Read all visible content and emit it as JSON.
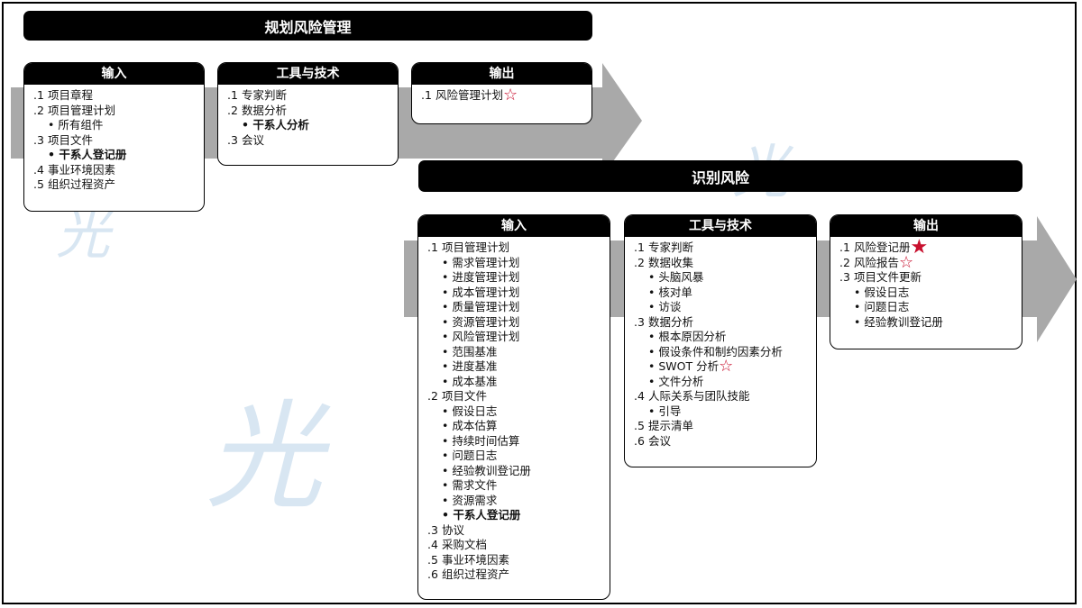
{
  "colors": {
    "bar": "#000000",
    "arrow": "#a9a9a9",
    "star": "#c8102e"
  },
  "plan_risk_management": {
    "title": "规划风险管理",
    "inputs": {
      "header": "输入",
      "items": [
        {
          "num": ".1",
          "text": "项目章程"
        },
        {
          "num": ".2",
          "text": "项目管理计划"
        },
        {
          "sub": "所有组件"
        },
        {
          "num": ".3",
          "text": "项目文件"
        },
        {
          "sub": "干系人登记册",
          "bold": true
        },
        {
          "num": ".4",
          "text": "事业环境因素"
        },
        {
          "num": ".5",
          "text": "组织过程资产"
        }
      ]
    },
    "tools": {
      "header": "工具与技术",
      "items": [
        {
          "num": ".1",
          "text": "专家判断"
        },
        {
          "num": ".2",
          "text": "数据分析"
        },
        {
          "sub": "干系人分析",
          "bold": true
        },
        {
          "num": ".3",
          "text": "会议"
        }
      ]
    },
    "outputs": {
      "header": "输出",
      "items": [
        {
          "num": ".1",
          "text": "风险管理计划",
          "star": "outline-star-icon"
        }
      ]
    }
  },
  "identify_risks": {
    "title": "识别风险",
    "inputs": {
      "header": "输入",
      "items": [
        {
          "num": ".1",
          "text": "项目管理计划"
        },
        {
          "sub": "需求管理计划"
        },
        {
          "sub": "进度管理计划"
        },
        {
          "sub": "成本管理计划"
        },
        {
          "sub": "质量管理计划"
        },
        {
          "sub": "资源管理计划"
        },
        {
          "sub": "风险管理计划"
        },
        {
          "sub": "范围基准"
        },
        {
          "sub": "进度基准"
        },
        {
          "sub": "成本基准"
        },
        {
          "num": ".2",
          "text": "项目文件"
        },
        {
          "sub": "假设日志"
        },
        {
          "sub": "成本估算"
        },
        {
          "sub": "持续时间估算"
        },
        {
          "sub": "问题日志"
        },
        {
          "sub": "经验教训登记册"
        },
        {
          "sub": "需求文件"
        },
        {
          "sub": "资源需求"
        },
        {
          "sub": "干系人登记册",
          "bold": true
        },
        {
          "num": ".3",
          "text": "协议"
        },
        {
          "num": ".4",
          "text": "采购文档"
        },
        {
          "num": ".5",
          "text": "事业环境因素"
        },
        {
          "num": ".6",
          "text": "组织过程资产"
        }
      ]
    },
    "tools": {
      "header": "工具与技术",
      "items": [
        {
          "num": ".1",
          "text": "专家判断"
        },
        {
          "num": ".2",
          "text": "数据收集"
        },
        {
          "sub": "头脑风暴"
        },
        {
          "sub": "核对单"
        },
        {
          "sub": "访谈"
        },
        {
          "num": ".3",
          "text": "数据分析"
        },
        {
          "sub": "根本原因分析"
        },
        {
          "sub": "假设条件和制约因素分析"
        },
        {
          "sub": "SWOT 分析",
          "star": "outline-star-icon"
        },
        {
          "sub": "文件分析"
        },
        {
          "num": ".4",
          "text": "人际关系与团队技能"
        },
        {
          "sub": "引导"
        },
        {
          "num": ".5",
          "text": "提示清单"
        },
        {
          "num": ".6",
          "text": "会议"
        }
      ]
    },
    "outputs": {
      "header": "输出",
      "items": [
        {
          "num": ".1",
          "text": "风险登记册",
          "star": "filled-star-icon"
        },
        {
          "num": ".2",
          "text": "风险报告",
          "star": "outline-star-icon"
        },
        {
          "num": ".3",
          "text": "项目文件更新"
        },
        {
          "sub": "假设日志"
        },
        {
          "sub": "问题日志"
        },
        {
          "sub": "经验教训登记册"
        }
      ]
    }
  }
}
